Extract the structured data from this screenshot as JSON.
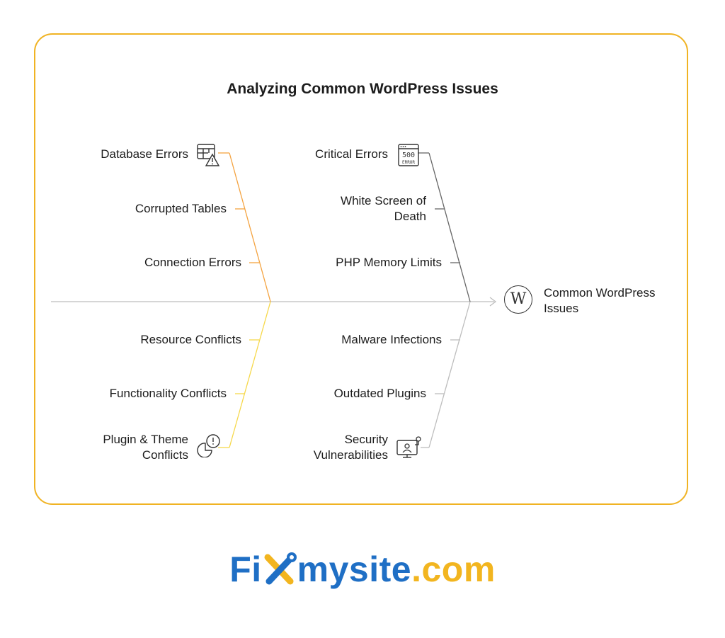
{
  "title": "Analyzing Common WordPress Issues",
  "effect": {
    "label": "Common WordPress Issues",
    "icon_letter": "W"
  },
  "categories": [
    {
      "label": "Database Errors",
      "icon": "database-warning-icon",
      "color": "#f4a340",
      "causes": [
        "Corrupted Tables",
        "Connection Errors"
      ]
    },
    {
      "label": "Critical Errors",
      "icon": "500-error-icon",
      "color": "#666666",
      "causes": [
        "White Screen of Death",
        "PHP Memory Limits"
      ]
    },
    {
      "label": "Plugin & Theme Conflicts",
      "icon": "plugin-conflict-icon",
      "color": "#f6d84a",
      "causes": [
        "Resource Conflicts",
        "Functionality Conflicts"
      ]
    },
    {
      "label": "Security Vulnerabilities",
      "icon": "security-monitor-icon",
      "color": "#bdbdbd",
      "causes": [
        "Malware Infections",
        "Outdated Plugins"
      ]
    }
  ],
  "icons": {
    "error_code": "500",
    "error_word": "ERROR"
  },
  "logo": {
    "part1": "Fi",
    "part2": "mysite",
    "part3": ".com",
    "blue": "#1f6fc5",
    "yellow": "#f2b51f"
  }
}
